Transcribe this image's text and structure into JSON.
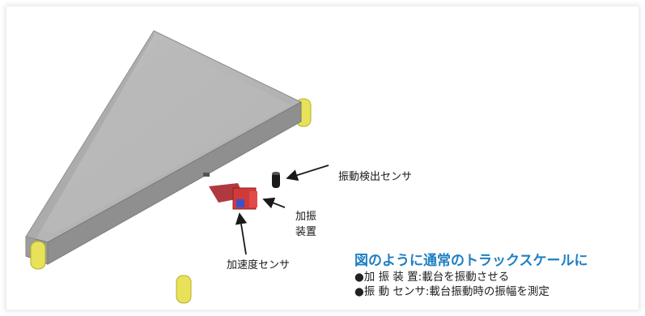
{
  "labels": {
    "vibration_sensor": "振動検出センサ",
    "exciter_line1": "加振",
    "exciter_line2": "装置",
    "accelerometer": "加速度センサ"
  },
  "caption": {
    "title": "図のように通常のトラックスケールに",
    "items": [
      "●加 振 装 置:載台を振動させる",
      "●振 動 センサ:載台振動時の振幅を測定"
    ]
  },
  "colors": {
    "caption_title": "#1e7fc2",
    "platform_top": "#b5b5b5",
    "platform_side": "#8f8f8f",
    "load_cell": "#e8e25a",
    "exciter": "#d23a3a",
    "accelerometer": "#3a52c9",
    "sensor": "#1a1a1a"
  },
  "icons": [
    "arrow-icon"
  ]
}
